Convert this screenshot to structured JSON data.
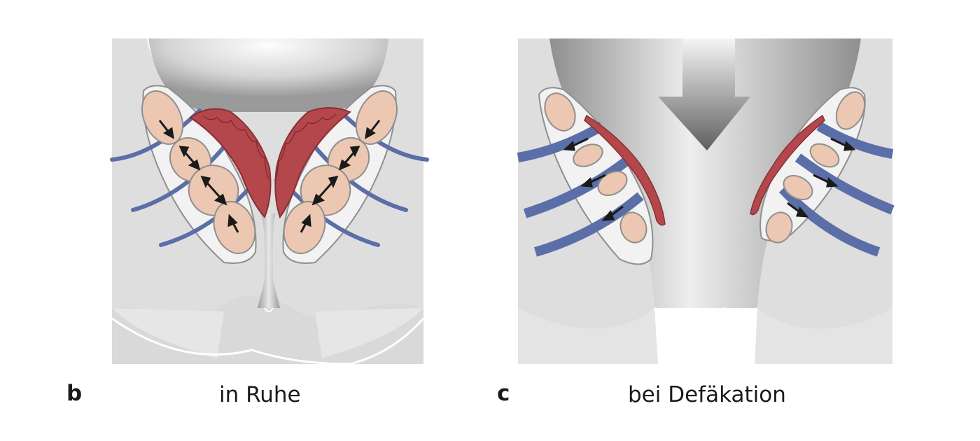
{
  "panels": [
    {
      "letter": "b",
      "caption": "in Ruhe"
    },
    {
      "letter": "c",
      "caption": "bei Defäkation"
    }
  ],
  "colors": {
    "tissue": "#dedede",
    "muscle_fill": "#ecc7b2",
    "muscle_outline": "#8f8f8f",
    "sheath": "#f2f2f2",
    "sphincter": "#b3474c",
    "nerve": "#5b6ea8",
    "arrow": "#1a1a1a",
    "push_arrow": "#6e6e6e"
  }
}
